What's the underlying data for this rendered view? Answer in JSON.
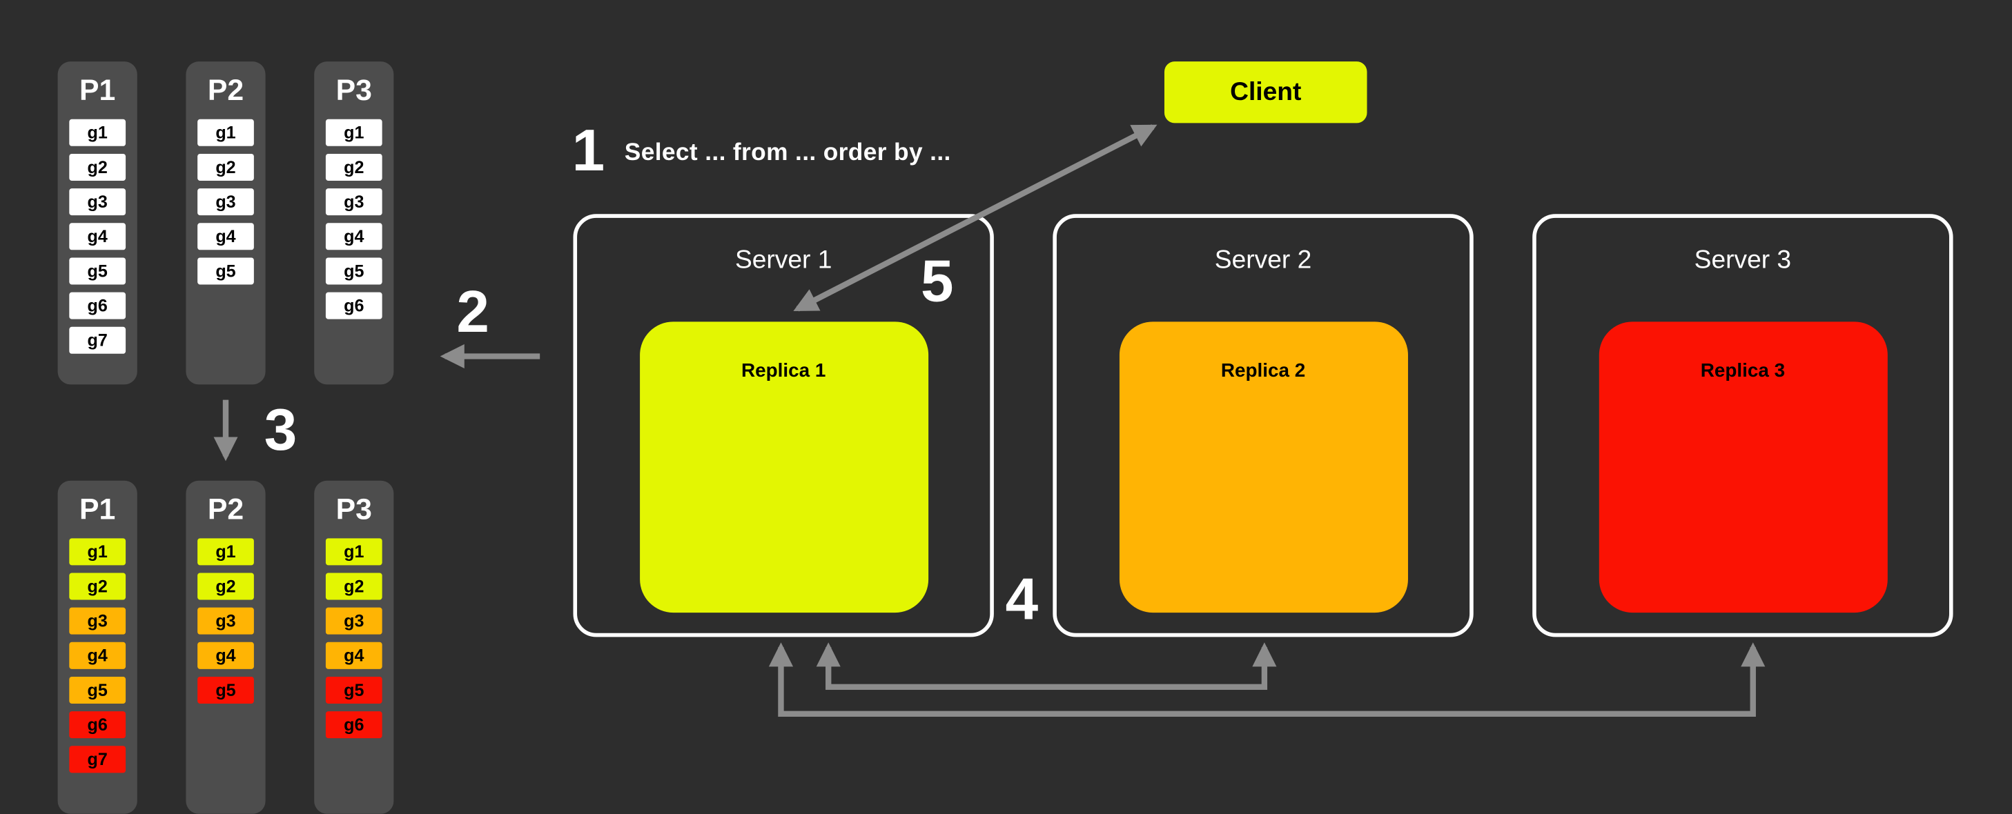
{
  "colors": {
    "background": "#2d2d2d",
    "panel": "#4d4d4d",
    "yellow": "#e3f602",
    "orange": "#ffb404",
    "red": "#fb1203",
    "white": "#ffffff",
    "arrow": "#8c8c8c"
  },
  "client": {
    "label": "Client"
  },
  "query": {
    "text": "Select ... from ... order by ..."
  },
  "labels": {
    "n1": "1",
    "n2": "2",
    "n3": "3",
    "n4": "4",
    "n5": "5"
  },
  "servers": [
    {
      "title": "Server 1",
      "replica_label": "Replica 1",
      "replica_color": "yellow"
    },
    {
      "title": "Server 2",
      "replica_label": "Replica 2",
      "replica_color": "orange"
    },
    {
      "title": "Server 3",
      "replica_label": "Replica 3",
      "replica_color": "red"
    }
  ],
  "partitions_top": [
    {
      "name": "P1",
      "cells": [
        {
          "label": "g1",
          "color": "white"
        },
        {
          "label": "g2",
          "color": "white"
        },
        {
          "label": "g3",
          "color": "white"
        },
        {
          "label": "g4",
          "color": "white"
        },
        {
          "label": "g5",
          "color": "white"
        },
        {
          "label": "g6",
          "color": "white"
        },
        {
          "label": "g7",
          "color": "white"
        }
      ]
    },
    {
      "name": "P2",
      "cells": [
        {
          "label": "g1",
          "color": "white"
        },
        {
          "label": "g2",
          "color": "white"
        },
        {
          "label": "g3",
          "color": "white"
        },
        {
          "label": "g4",
          "color": "white"
        },
        {
          "label": "g5",
          "color": "white"
        }
      ]
    },
    {
      "name": "P3",
      "cells": [
        {
          "label": "g1",
          "color": "white"
        },
        {
          "label": "g2",
          "color": "white"
        },
        {
          "label": "g3",
          "color": "white"
        },
        {
          "label": "g4",
          "color": "white"
        },
        {
          "label": "g5",
          "color": "white"
        },
        {
          "label": "g6",
          "color": "white"
        }
      ]
    }
  ],
  "partitions_bottom": [
    {
      "name": "P1",
      "cells": [
        {
          "label": "g1",
          "color": "yellow"
        },
        {
          "label": "g2",
          "color": "yellow"
        },
        {
          "label": "g3",
          "color": "orange"
        },
        {
          "label": "g4",
          "color": "orange"
        },
        {
          "label": "g5",
          "color": "orange"
        },
        {
          "label": "g6",
          "color": "red"
        },
        {
          "label": "g7",
          "color": "red"
        }
      ]
    },
    {
      "name": "P2",
      "cells": [
        {
          "label": "g1",
          "color": "yellow"
        },
        {
          "label": "g2",
          "color": "yellow"
        },
        {
          "label": "g3",
          "color": "orange"
        },
        {
          "label": "g4",
          "color": "orange"
        },
        {
          "label": "g5",
          "color": "red"
        }
      ]
    },
    {
      "name": "P3",
      "cells": [
        {
          "label": "g1",
          "color": "yellow"
        },
        {
          "label": "g2",
          "color": "yellow"
        },
        {
          "label": "g3",
          "color": "orange"
        },
        {
          "label": "g4",
          "color": "orange"
        },
        {
          "label": "g5",
          "color": "red"
        },
        {
          "label": "g6",
          "color": "red"
        }
      ]
    }
  ]
}
